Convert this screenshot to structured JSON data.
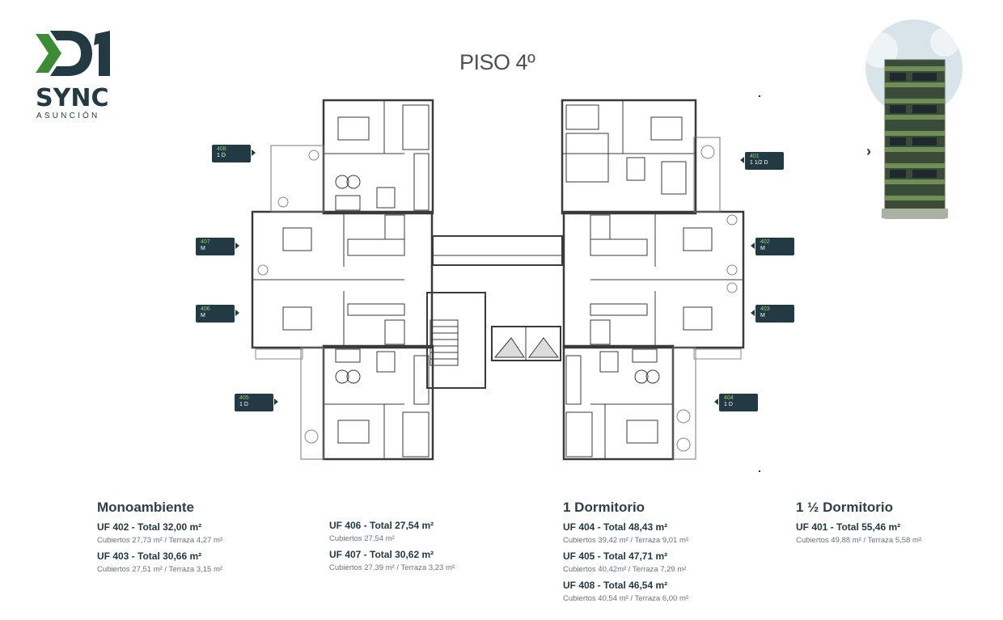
{
  "logo": {
    "name": "SYNC",
    "city": "ASUNCIÓN"
  },
  "floor_title": "PISO 4º",
  "units": [
    {
      "id": "401",
      "type": "1 1/2 D"
    },
    {
      "id": "402",
      "type": "M"
    },
    {
      "id": "403",
      "type": "M"
    },
    {
      "id": "404",
      "type": "1 D"
    },
    {
      "id": "405",
      "type": "1 D"
    },
    {
      "id": "406",
      "type": "M"
    },
    {
      "id": "407",
      "type": "M"
    },
    {
      "id": "408",
      "type": "1 D"
    }
  ],
  "legend": {
    "mono": {
      "heading": "Monoambiente",
      "items": [
        {
          "title": "UF 402 - Total 32,00 m²",
          "detail": "Cubiertos 27,73 m² / Terraza 4,27 m²"
        },
        {
          "title": "UF 403  - Total 30,66 m²",
          "detail": "Cubiertos 27,51 m² / Terraza 3,15 m²"
        }
      ]
    },
    "mono2": {
      "items": [
        {
          "title": "UF 406 - Total 27,54 m²",
          "detail": "Cubiertos 27,54 m²"
        },
        {
          "title": "UF 407 - Total 30,62 m²",
          "detail": "Cubiertos 27,39 m² / Terraza 3,23 m²"
        }
      ]
    },
    "one": {
      "heading": "1 Dormitorio",
      "items": [
        {
          "title": "UF 404 - Total 48,43 m²",
          "detail": "Cubiertos 39,42 m² / Terraza 9,01 m²"
        },
        {
          "title": "UF 405 - Total 47,71 m²",
          "detail": "Cubiertos 40,42m² / Terraza 7,29 m²"
        },
        {
          "title": "UF 408 - Total 46,54 m²",
          "detail": "Cubiertos 40,54 m² / Terraza 6,00 m²"
        }
      ]
    },
    "onehalf": {
      "heading": "1 ½ Dormitorio",
      "items": [
        {
          "title": "UF 401 - Total 55,46 m²",
          "detail": "Cubiertos 49,88 m² / Terraza 5,58 m²"
        }
      ]
    }
  },
  "colors": {
    "brand_dark": "#233a44",
    "brand_green": "#3d8b37",
    "tag_green": "#8fd36e"
  }
}
